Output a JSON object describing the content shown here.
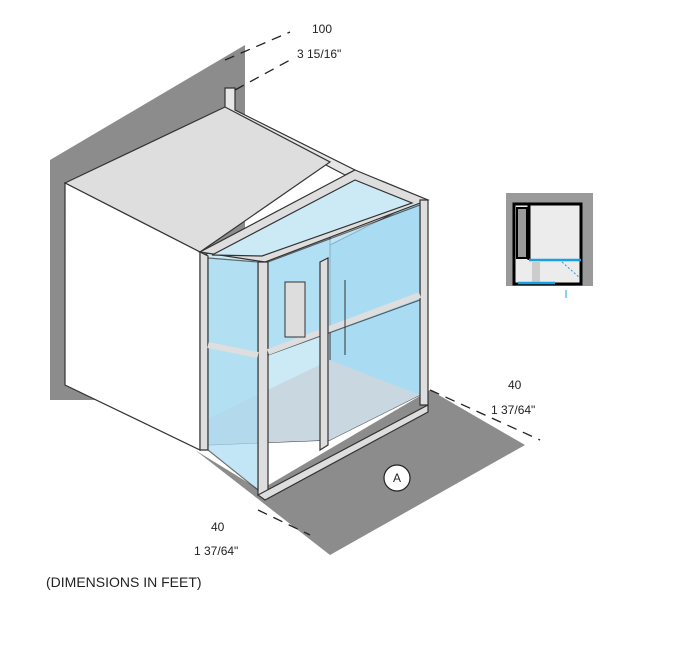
{
  "dimensions": {
    "top": {
      "value": "100",
      "imperial": "3 15/16\""
    },
    "right": {
      "value": "40",
      "imperial": "1 37/64\""
    },
    "front": {
      "value": "40",
      "imperial": "1 37/64\""
    }
  },
  "marker": "A",
  "caption": "(DIMENSIONS IN FEET)",
  "colors": {
    "shadow": "#8c8c8c",
    "glass": "#a9dcf2",
    "frame": "#dcdcdc",
    "accent": "#1aa0e0"
  }
}
